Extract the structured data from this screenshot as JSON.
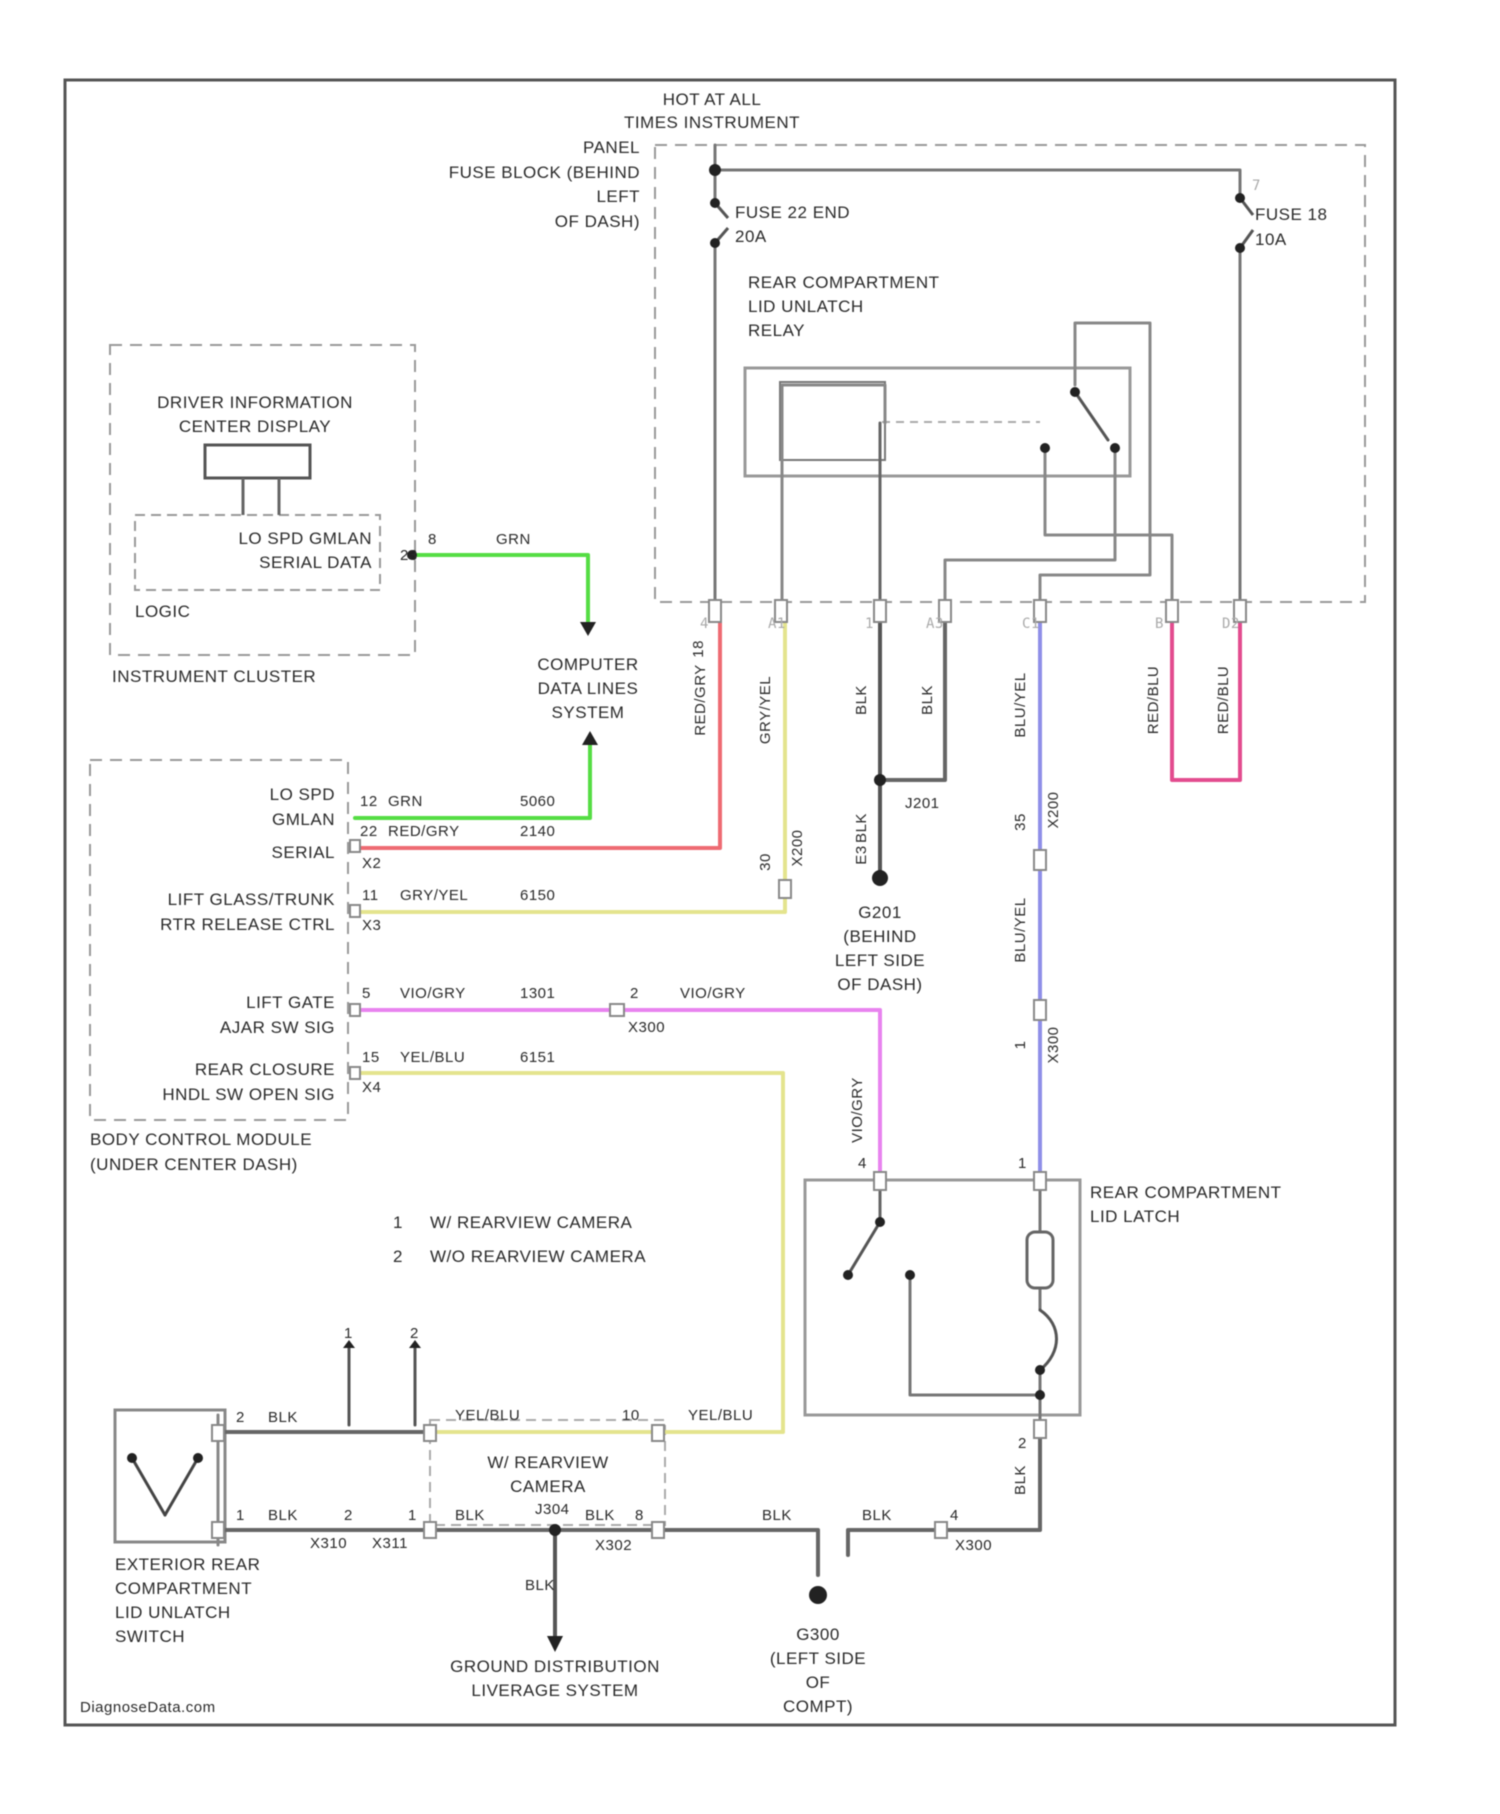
{
  "labels": {
    "hot_1": "HOT AT ALL",
    "hot_2": "TIMES INSTRUMENT",
    "panel": "PANEL",
    "ipfb_1": "FUSE BLOCK (BEHIND",
    "ipfb_2": "LEFT",
    "ipfb_3": "OF DASH)",
    "fuse22_1": "FUSE 22 END",
    "fuse22_2": "20A",
    "fuse18_1": "FUSE 18",
    "fuse18_2": "10A",
    "relay_1": "REAR COMPARTMENT",
    "relay_2": "LID UNLATCH",
    "relay_3": "RELAY",
    "dic_1": "DRIVER INFORMATION",
    "dic_2": "CENTER DISPLAY",
    "logic_1": "LO SPD GMLAN",
    "logic_2": "SERIAL DATA",
    "logic_3": "LOGIC",
    "ic": "INSTRUMENT CLUSTER",
    "cds_1": "COMPUTER",
    "cds_2": "DATA LINES",
    "cds_3": "SYSTEM",
    "bcm_lo_1": "LO SPD",
    "bcm_lo_2": "GMLAN",
    "bcm_lo_3": "SERIAL",
    "bcm_lift_1": "LIFT GLASS/TRUNK",
    "bcm_lift_2": "RTR RELEASE CTRL",
    "bcm_ajar_1": "LIFT GATE",
    "bcm_ajar_2": "AJAR SW SIG",
    "bcm_rc_1": "REAR CLOSURE",
    "bcm_rc_2": "HNDL SW OPEN SIG",
    "bcm_1": "BODY CONTROL MODULE",
    "bcm_2": "(UNDER CENTER DASH)",
    "g201_1": "G201",
    "g201_2": "(BEHIND",
    "g201_3": "LEFT SIDE",
    "g201_4": "OF DASH)",
    "latch_1": "REAR COMPARTMENT",
    "latch_2": "LID LATCH",
    "note_1_num": "1",
    "note_1": "W/ REARVIEW CAMERA",
    "note_2_num": "2",
    "note_2": "W/O REARVIEW CAMERA",
    "cam_1": "W/ REARVIEW",
    "cam_2": "CAMERA",
    "sw_1": "EXTERIOR REAR",
    "sw_2": "COMPARTMENT",
    "sw_3": "LID UNLATCH",
    "sw_4": "SWITCH",
    "gnd_1": "GROUND DISTRIBUTION",
    "gnd_2": "LIVERAGE SYSTEM",
    "g300_1": "G300",
    "g300_2": "(LEFT SIDE",
    "g300_3": "OF",
    "g300_4": "COMPT)",
    "watermark": "DiagnoseData.com"
  },
  "wires": {
    "ic_pin": "8",
    "ic_pin2": "23",
    "ic_color": "GRN",
    "bcm_gmlan_pin": "12",
    "bcm_gmlan_color": "GRN",
    "bcm_gmlan_circuit": "5060",
    "bcm_red_pin": "22",
    "bcm_red_color": "RED/GRY",
    "bcm_red_circuit": "2140",
    "bcm_x2": "X2",
    "bcm_lift_pin": "11",
    "bcm_lift_color": "GRY/YEL",
    "bcm_lift_circuit": "6150",
    "bcm_x3": "X3",
    "bcm_ajar_pin": "5",
    "bcm_ajar_color": "VIO/GRY",
    "bcm_ajar_circuit": "1301",
    "bcm_rc_pin": "15",
    "bcm_rc_color": "YEL/BLU",
    "bcm_rc_circuit": "6151",
    "bcm_x4": "X4",
    "red_conn": "18",
    "red_vert": "RED/GRY",
    "gryyel_vert": "GRY/YEL",
    "gryyel_conn": "X200",
    "gryyel_pin": "30",
    "blk_a": "BLK",
    "blk_b": "BLK",
    "splice": "J201",
    "blk_c": "BLK",
    "g201_pin": "E3",
    "blu_vert": "BLU/YEL",
    "blu_conn": "X200",
    "blu_pin": "35",
    "blu_vert2": "BLU/YEL",
    "blu_conn2": "X300",
    "blu_pin2": "1",
    "redblu_a": "RED/BLU",
    "redblu_b": "RED/BLU",
    "x300_pin": "2",
    "x300_color": "VIO/GRY",
    "x300": "X300",
    "vio_vert": "VIO/GRY",
    "latch_pin_a": "4",
    "latch_pin_b": "1",
    "latch_pin_c": "2",
    "cam_yel": "YEL/BLU",
    "cam_yel_pin": "10",
    "cam_yel_right": "YEL/BLU",
    "sw_pin_top": "2",
    "sw_blk_top": "BLK",
    "sw_pin_bot": "1",
    "sw_blk_bot": "BLK",
    "x310": "X310",
    "x310_pin": "2",
    "x311": "X311",
    "x311_pin": "1",
    "cam_blk": "BLK",
    "cam_splice": "J304",
    "cam_blk2": "BLK",
    "cam_pin": "8",
    "cam_conn": "X302",
    "g300_blk_a": "BLK",
    "g300_blk_b": "BLK",
    "latch_conn_pin": "4",
    "latch_conn": "X300",
    "latch_blk": "BLK",
    "gnd_blk": "BLK",
    "mark_1": "1",
    "mark_2": "2",
    "pin_a1": "A1",
    "pin_a3": "A3",
    "pin_1": "1",
    "pin_4": "4",
    "pin_7": "7",
    "pin_c1": "C1",
    "pin_b": "B",
    "pin_d2": "D2"
  },
  "colors": {
    "green": "#55dd44",
    "red": "#ee6b73",
    "yellow": "#e4e48e",
    "gray": "#6e6e6e",
    "blue": "#8f8fe8",
    "magenta": "#e34c8f",
    "violet": "#e883ef"
  }
}
